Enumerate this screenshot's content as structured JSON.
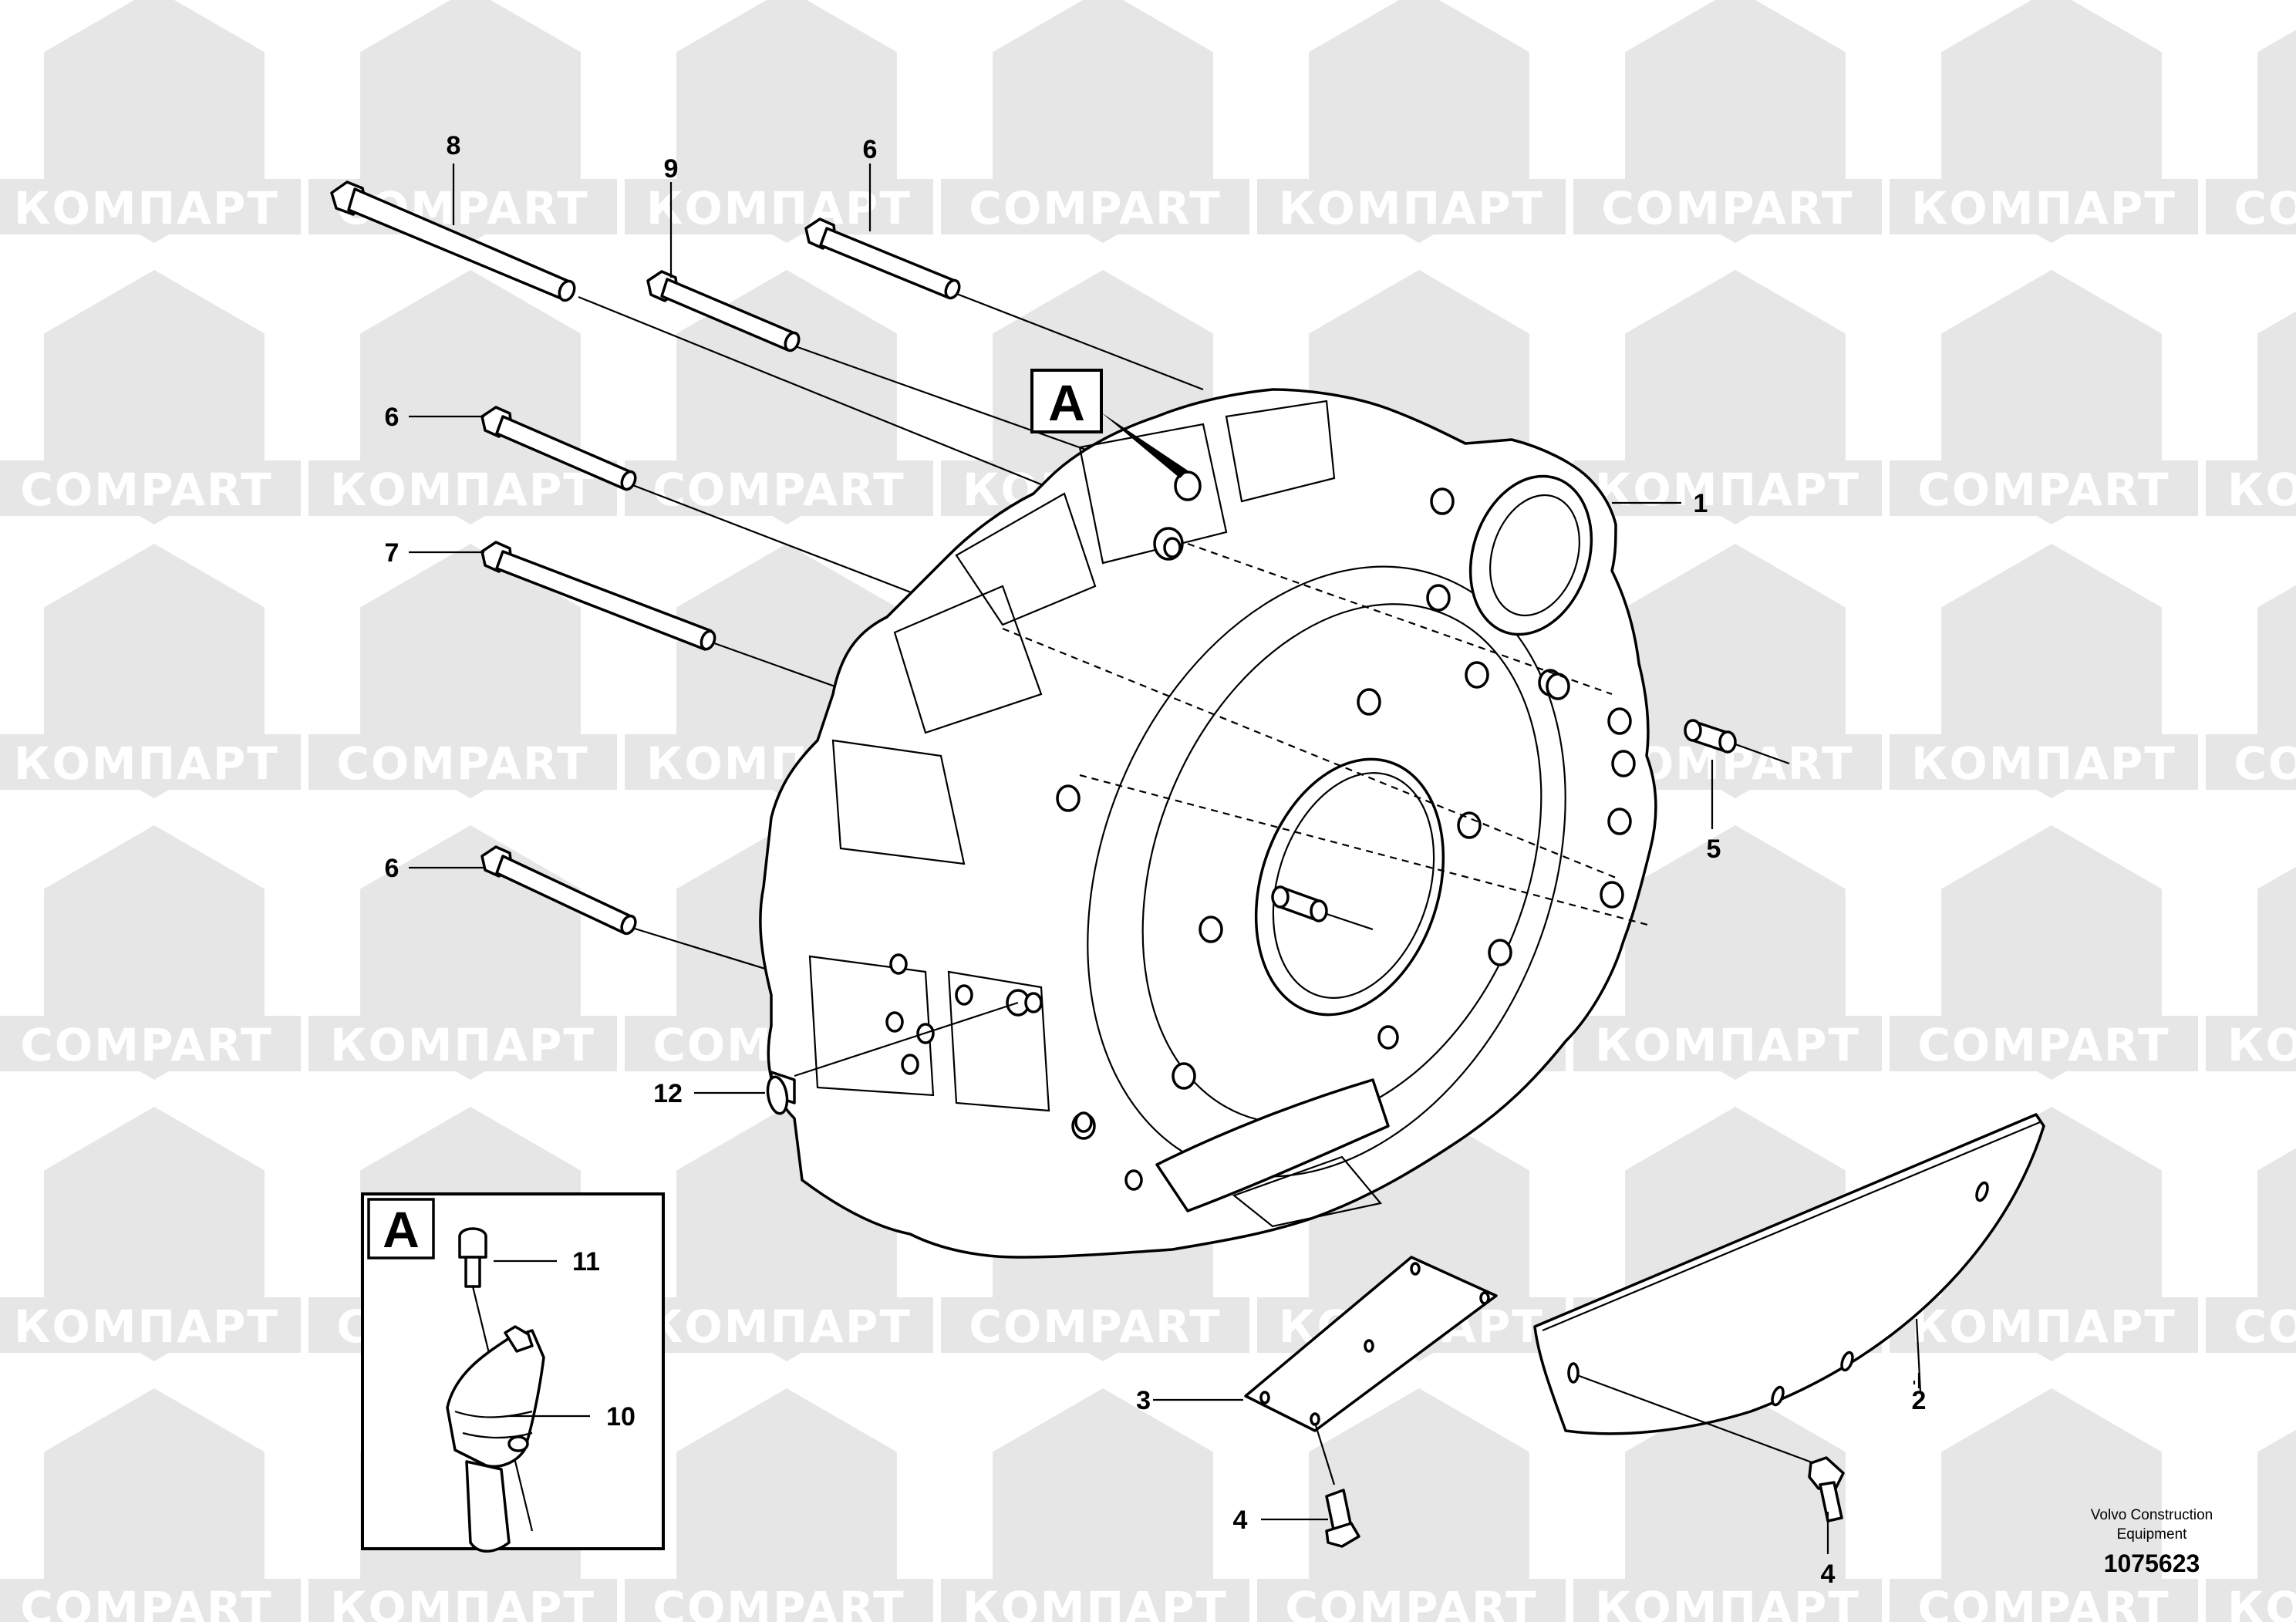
{
  "watermark": {
    "texts": [
      "КОМПАРТ",
      "COMPART"
    ],
    "color": "#e6e6e6"
  },
  "view_label": "A",
  "detail": {
    "label": "A"
  },
  "callouts": {
    "c1": "1",
    "c2": "2",
    "c3": "3",
    "c4a": "4",
    "c4b": "4",
    "c5": "5",
    "c6a": "6",
    "c6b": "6",
    "c6c": "6",
    "c7": "7",
    "c8": "8",
    "c9": "9",
    "c10": "10",
    "c11": "11",
    "c12": "12"
  },
  "footer": {
    "company_line1": "Volvo Construction",
    "company_line2": "Equipment",
    "drawing_number": "1075623"
  }
}
